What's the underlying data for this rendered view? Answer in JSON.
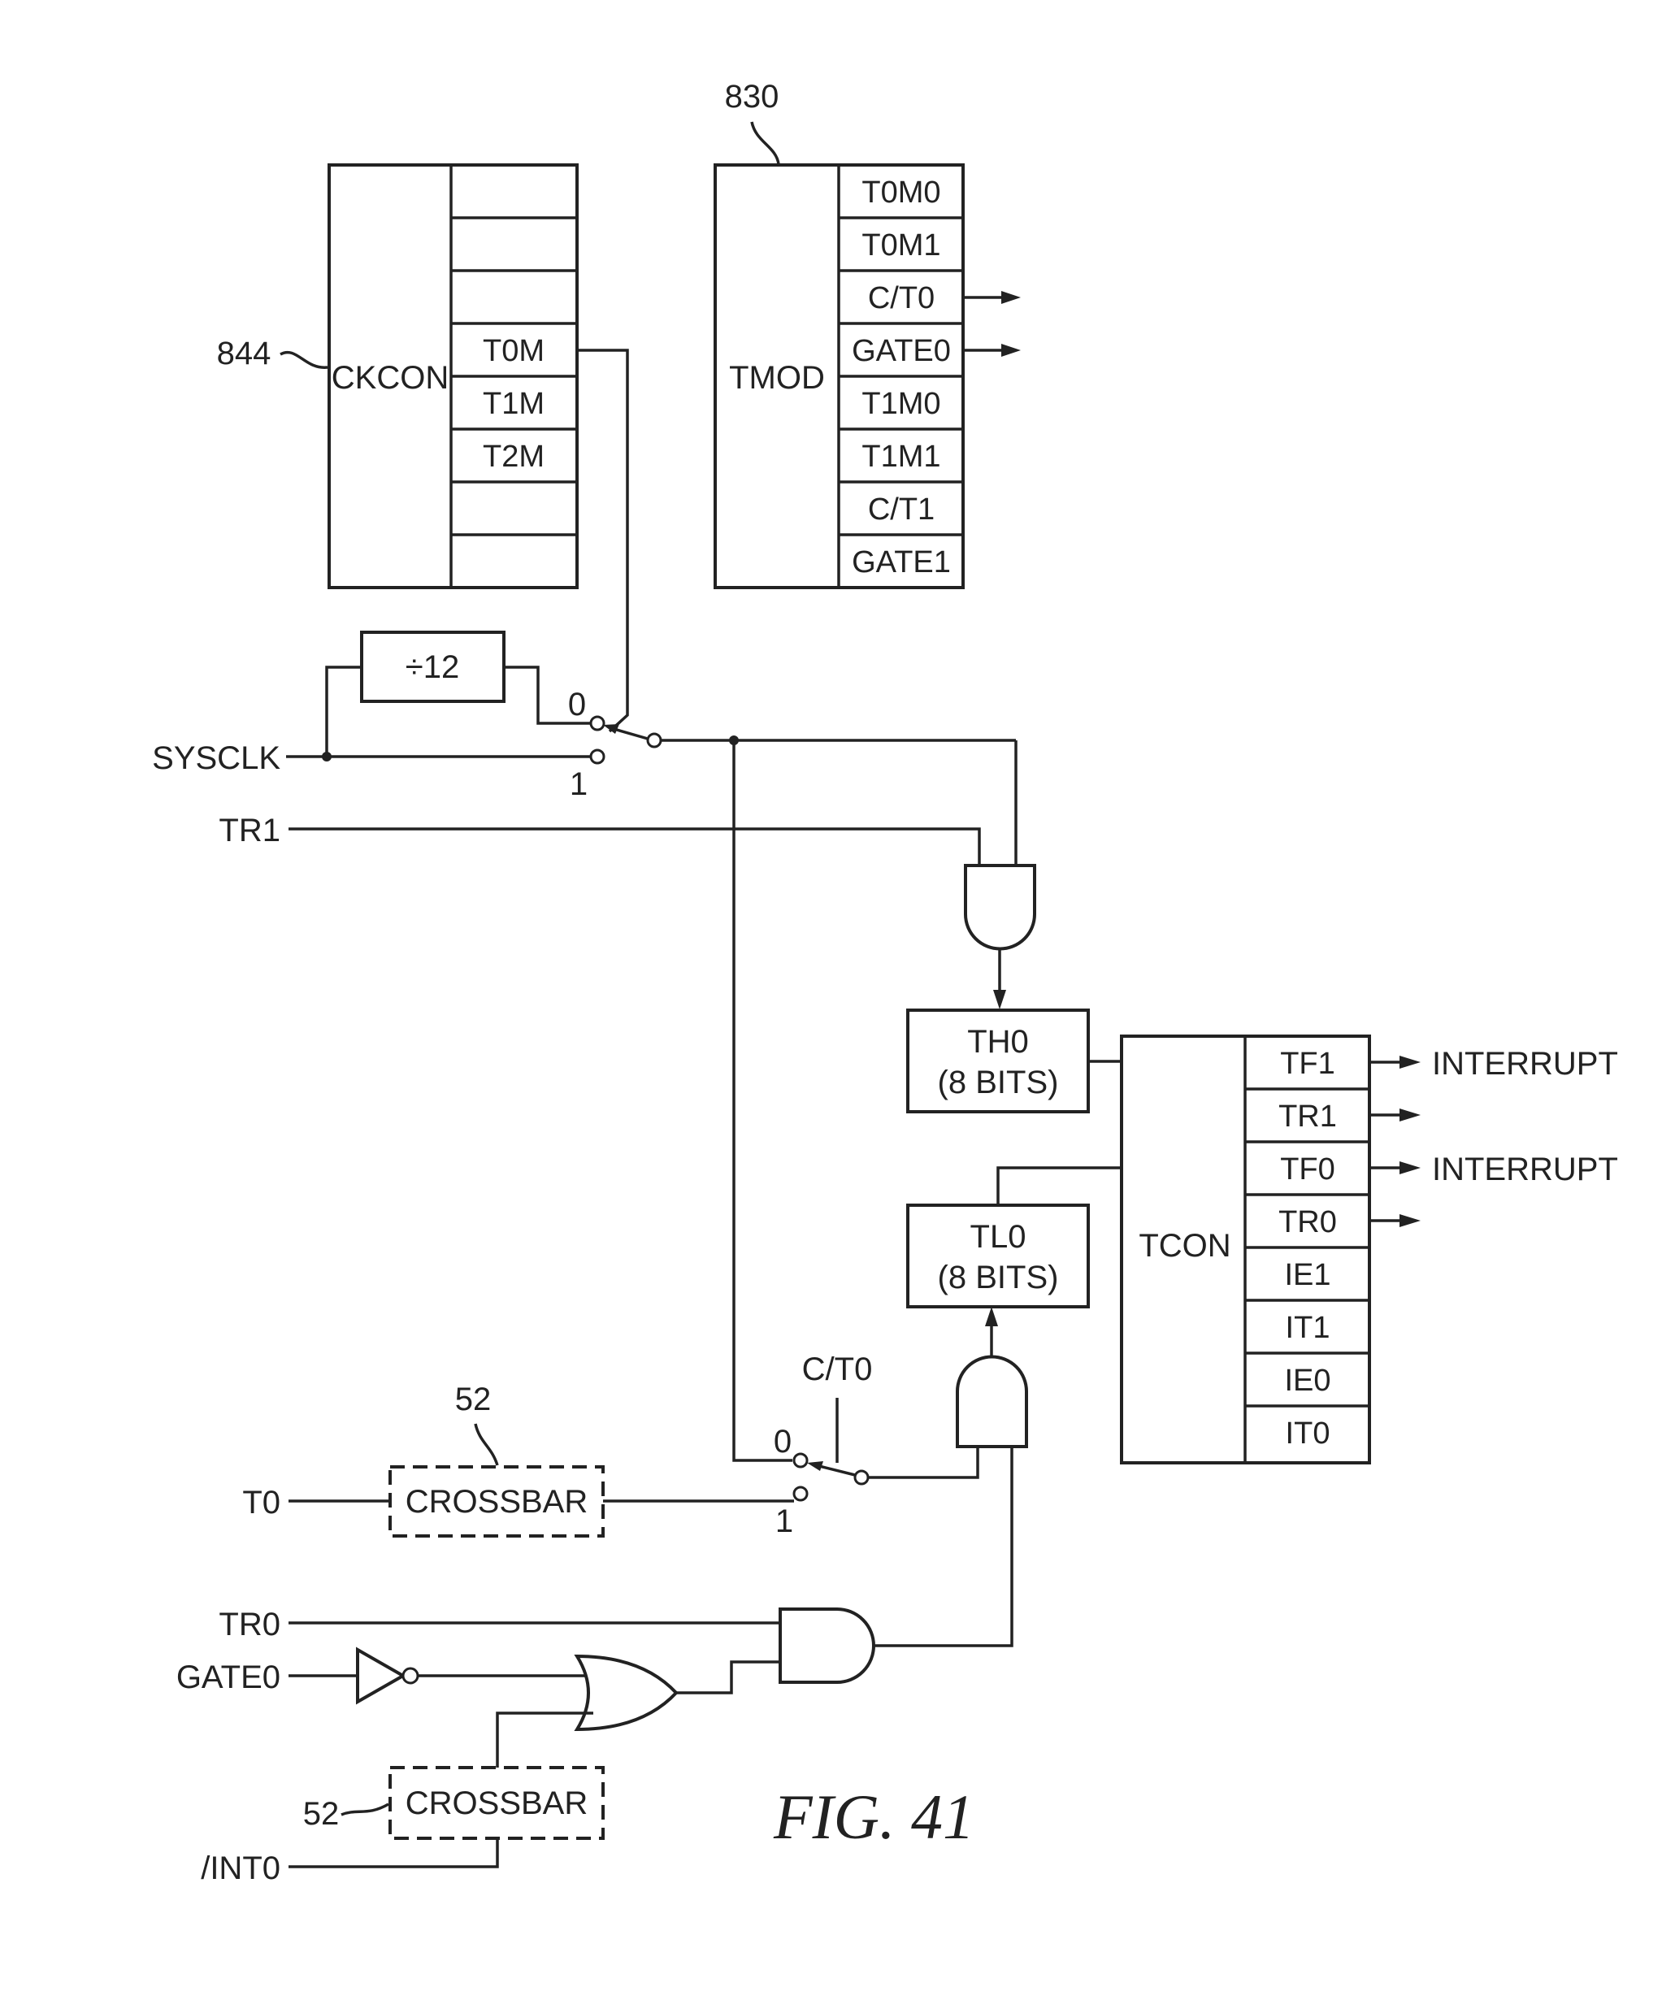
{
  "figure": {
    "caption": "FIG. 41",
    "refs": {
      "tmod_ref": "830",
      "ckcon_ref": "844",
      "crossbar_ref_top": "52",
      "crossbar_ref_bottom": "52"
    }
  },
  "ckcon": {
    "name": "CKCON",
    "bits": [
      "",
      "",
      "",
      "T0M",
      "T1M",
      "T2M",
      "",
      ""
    ]
  },
  "tmod": {
    "name": "TMOD",
    "bits": [
      "T0M0",
      "T0M1",
      "C/T0",
      "GATE0",
      "T1M0",
      "T1M1",
      "C/T1",
      "GATE1"
    ]
  },
  "tcon": {
    "name": "TCON",
    "bits": [
      "TF1",
      "TR1",
      "TF0",
      "TR0",
      "IE1",
      "IT1",
      "IE0",
      "IT0"
    ],
    "outputs": {
      "tf1": "INTERRUPT",
      "tf0": "INTERRUPT"
    }
  },
  "divider": {
    "label": "÷12"
  },
  "counters": {
    "th0": {
      "line1": "TH0",
      "line2": "(8  BITS)"
    },
    "tl0": {
      "line1": "TL0",
      "line2": "(8  BITS)"
    }
  },
  "switches": {
    "clk_sel": {
      "pos0": "0",
      "pos1": "1"
    },
    "ct_sel": {
      "control": "C/T0",
      "pos0": "0",
      "pos1": "1"
    }
  },
  "crossbars": {
    "top": "CROSSBAR",
    "bottom": "CROSSBAR"
  },
  "signals": {
    "sysclk": "SYSCLK",
    "tr1": "TR1",
    "t0": "T0",
    "tr0": "TR0",
    "gate0": "GATE0",
    "int0": "/INT0"
  }
}
